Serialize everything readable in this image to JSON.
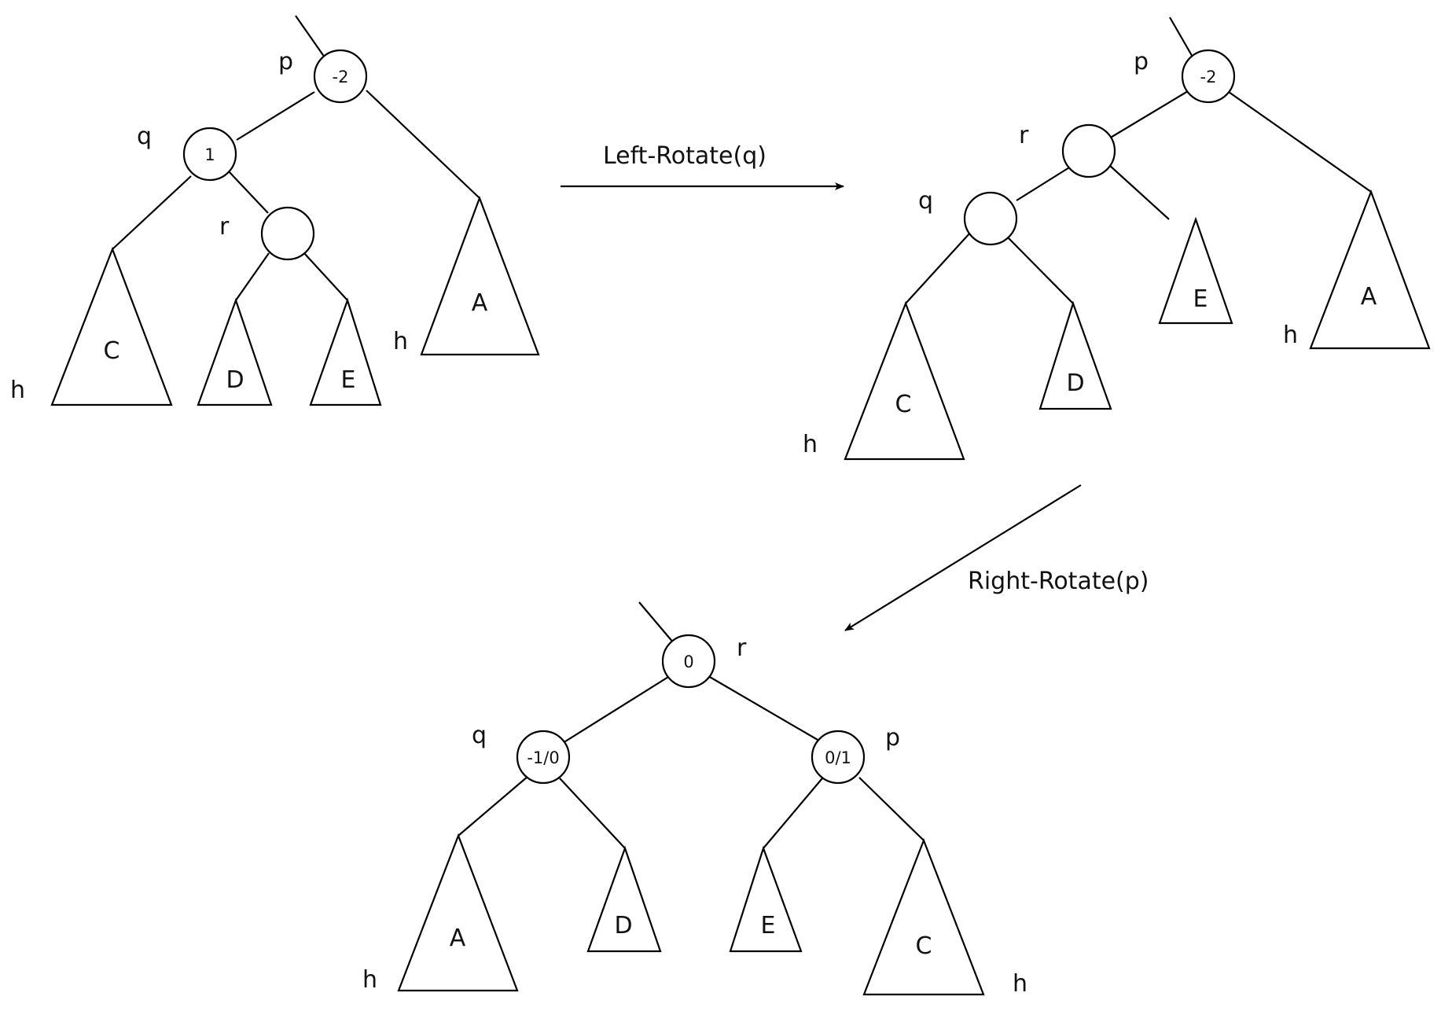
{
  "colors": {
    "stroke": "#000000",
    "background": "#ffffff"
  },
  "operations": {
    "left_rotate": "Left-Rotate(q)",
    "right_rotate": "Right-Rotate(p)"
  },
  "trees": {
    "before": {
      "p_label": "p",
      "p_balance": "-2",
      "q_label": "q",
      "q_balance": "1",
      "r_label": "r",
      "subtrees": {
        "C": "C",
        "D": "D",
        "E": "E",
        "A": "A"
      },
      "height_C": "h",
      "height_A": "h"
    },
    "after_left": {
      "p_label": "p",
      "p_balance": "-2",
      "r_label": "r",
      "q_label": "q",
      "subtrees": {
        "E": "E",
        "A": "A",
        "C": "C",
        "D": "D"
      },
      "height_A": "h",
      "height_C": "h"
    },
    "after_right": {
      "r_label": "r",
      "r_balance": "0",
      "q_label": "q",
      "q_balance": "-1/0",
      "p_label": "p",
      "p_balance": "0/1",
      "subtrees": {
        "A": "A",
        "D": "D",
        "E": "E",
        "C": "C"
      },
      "height_A": "h",
      "height_C": "h"
    }
  }
}
